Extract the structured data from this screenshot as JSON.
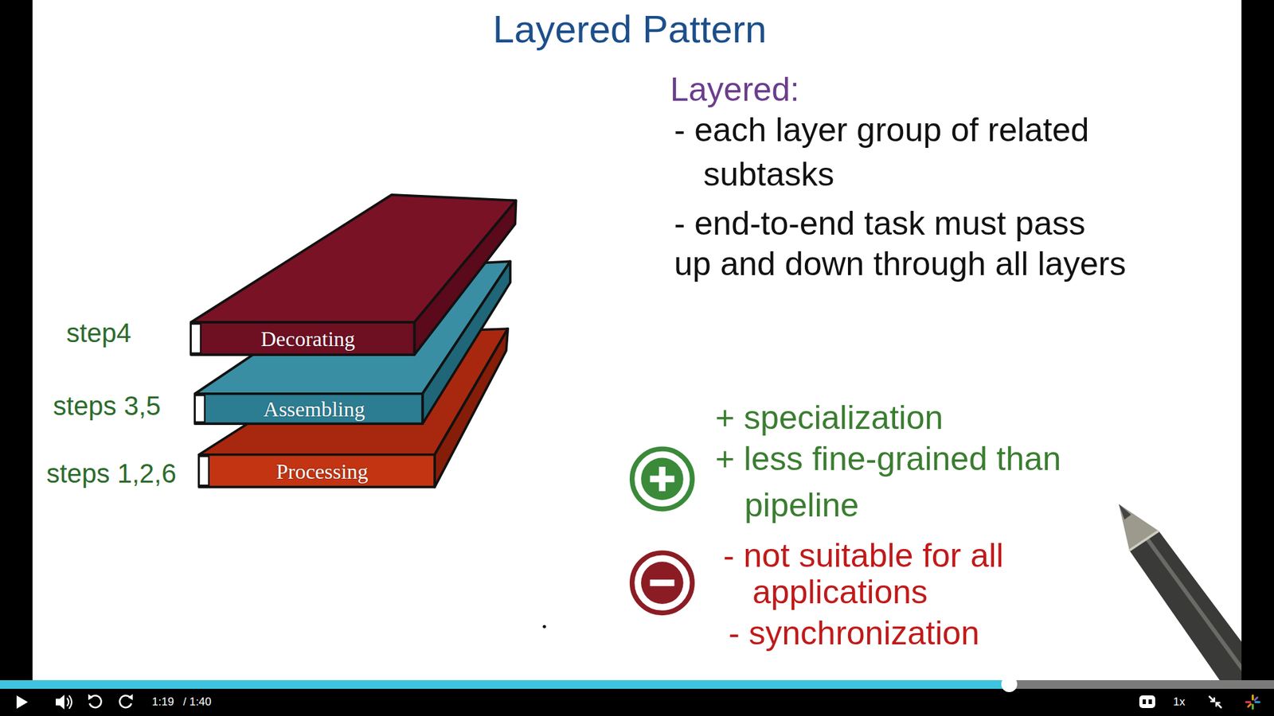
{
  "diagram": {
    "title": "Layered Pattern",
    "nodes": [
      {
        "text": [
          "Decorating"
        ]
      },
      {
        "text": [
          "Assembling"
        ]
      },
      {
        "text": [
          "Processing"
        ]
      }
    ],
    "labels": [
      "step4",
      "steps 3,5",
      "steps 1,2,6",
      "Layered:",
      "- each layer group of related subtasks",
      "- end-to-end task must pass up and down through all layers",
      "+ specialization",
      "+ less fine-grained than pipeline",
      "- not suitable for all applications",
      "- synchronization",
      "1:19",
      "/ 1:40",
      "1x"
    ]
  }
}
